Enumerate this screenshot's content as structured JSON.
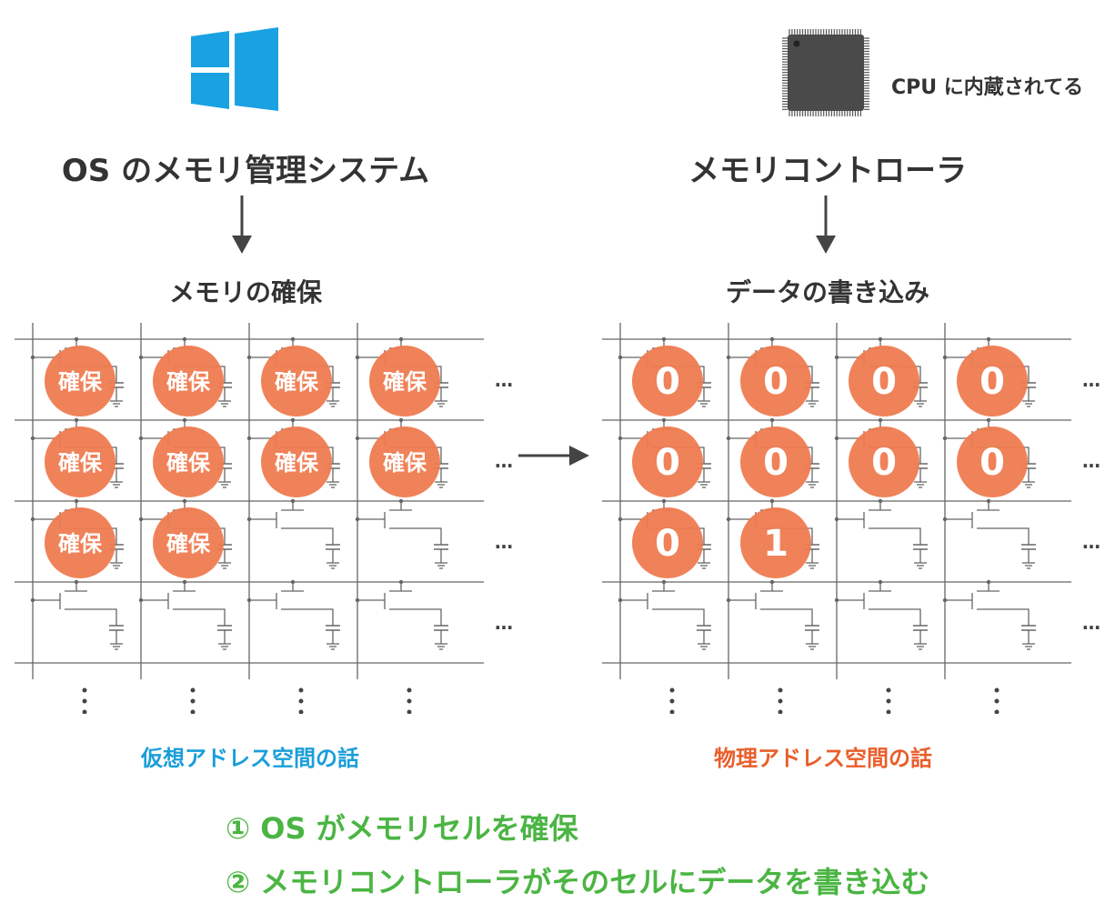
{
  "colors": {
    "windows_blue": "#1aa1e2",
    "cell_orange": "#ef7b50",
    "text_dark": "#333333",
    "virtual_blue": "#1a9ed9",
    "physical_orange": "#e95e2b",
    "step_green": "#4bb543"
  },
  "left": {
    "icon": "windows-logo-icon",
    "title": "OS のメモリ管理システム",
    "subtitle": "メモリの確保",
    "cells": [
      [
        "確保",
        "確保",
        "確保",
        "確保"
      ],
      [
        "確保",
        "確保",
        "確保",
        "確保"
      ],
      [
        "確保",
        "確保",
        "",
        ""
      ],
      [
        "",
        "",
        "",
        ""
      ]
    ],
    "space_label": "仮想アドレス空間の話"
  },
  "right": {
    "icon": "cpu-chip-icon",
    "note": "CPU に内蔵されてる",
    "title": "メモリコントローラ",
    "subtitle": "データの書き込み",
    "cells": [
      [
        "0",
        "0",
        "0",
        "0"
      ],
      [
        "0",
        "0",
        "0",
        "0"
      ],
      [
        "0",
        "1",
        "",
        ""
      ],
      [
        "",
        "",
        "",
        ""
      ]
    ],
    "space_label": "物理アドレス空間の話"
  },
  "steps": [
    "① OS がメモリセルを確保",
    "② メモリコントローラがそのセルにデータを書き込む"
  ]
}
